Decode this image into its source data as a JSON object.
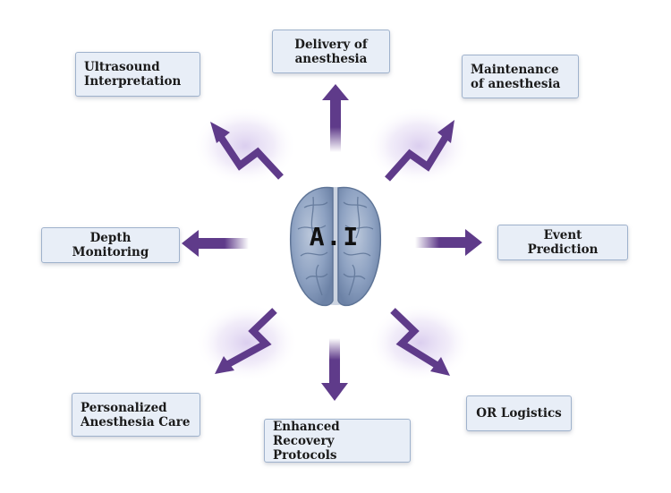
{
  "center": {
    "label": "A.I"
  },
  "nodes": {
    "delivery": "Delivery of\nanesthesia",
    "ultrasound": "Ultrasound\nInterpretation",
    "maintenance": "Maintenance\nof anesthesia",
    "depth": "Depth Monitoring",
    "event": "Event Prediction",
    "personalized": "Personalized\nAnesthesia Care",
    "enhanced": "Enhanced Recovery\nProtocols",
    "or_logistics": "OR Logistics"
  },
  "colors": {
    "arrow": "#5f3b8a",
    "glow": "#d9ccee",
    "box_fill": "#e8eef7",
    "box_border": "#9fb2cc",
    "brain": "#7f96b8"
  },
  "icons": {
    "center": "brain-icon"
  }
}
